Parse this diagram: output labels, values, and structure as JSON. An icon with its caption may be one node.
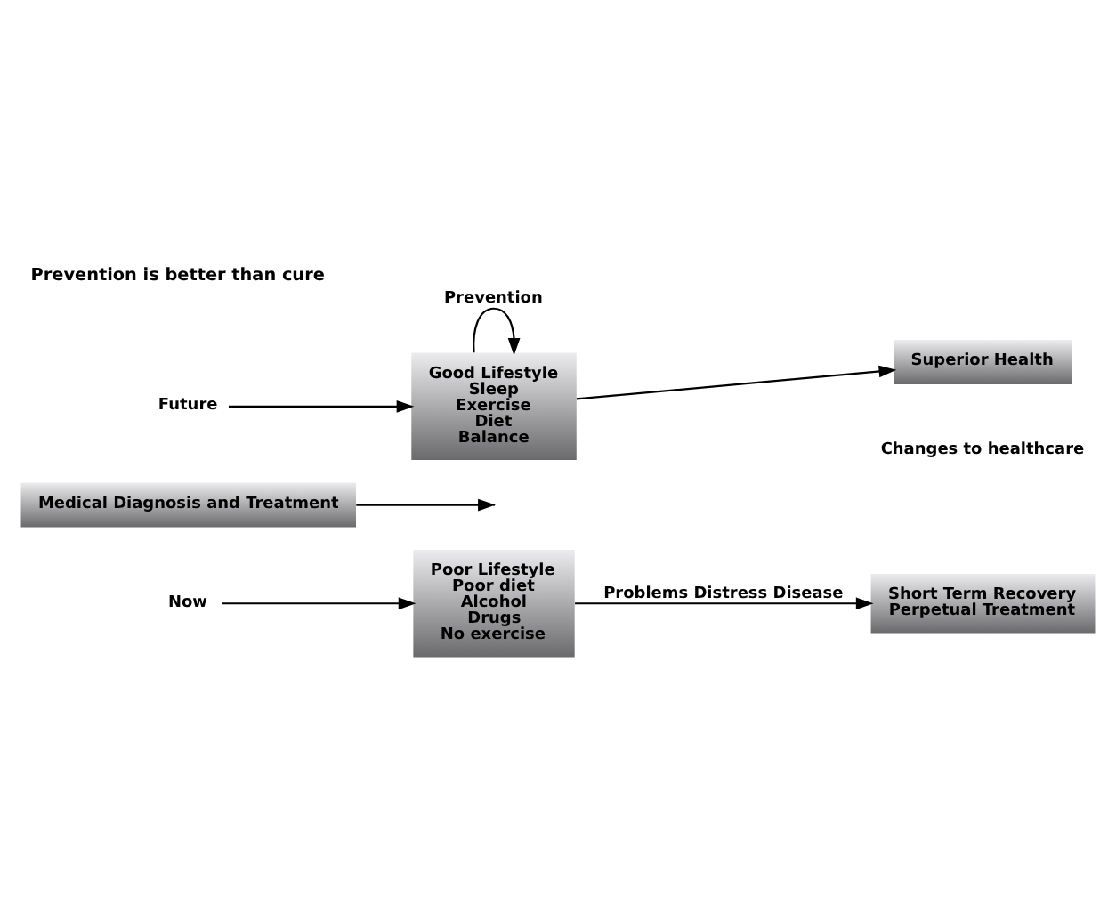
{
  "diagram": {
    "title": "Prevention is better than cure",
    "caption": "Changes to healthcare",
    "nodes": [
      {
        "text": [
          "Now"
        ]
      },
      {
        "text": [
          "Poor Lifestyle",
          "Poor diet",
          "Alcohol",
          "Drugs",
          "No exercise"
        ]
      },
      {
        "text": [
          "Medical Diagnosis and Treatment"
        ]
      },
      {
        "text": [
          "Short Term Recovery",
          "Perpetual Treatment"
        ]
      },
      {
        "text": [
          "Future"
        ]
      },
      {
        "text": [
          "Good Lifestyle",
          "Sleep",
          "Exercise",
          "Diet",
          "Balance"
        ]
      },
      {
        "text": [
          "Superior Health"
        ]
      }
    ],
    "edges": [
      {
        "from": 0,
        "to": 1,
        "arrow": "to"
      },
      {
        "from": 1,
        "to": 3,
        "arrow": "to",
        "label": "Problems Distress Disease"
      },
      {
        "from": 2,
        "to": null,
        "arrow": "to"
      },
      {
        "from": 4,
        "to": 5,
        "arrow": "to"
      },
      {
        "from": 5,
        "to": 5,
        "arrow": "to",
        "label": "Prevention"
      },
      {
        "from": 5,
        "to": 6,
        "arrow": "to"
      }
    ]
  }
}
